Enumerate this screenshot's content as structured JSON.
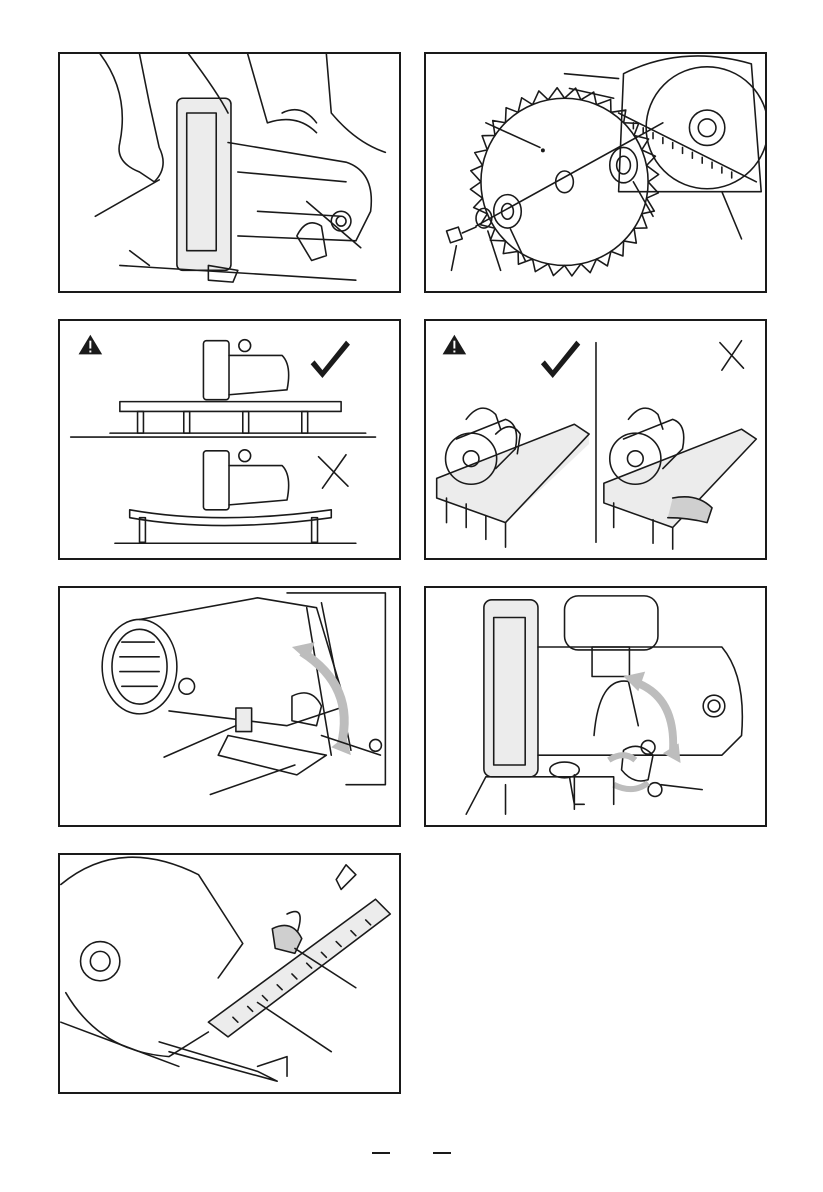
{
  "page": {
    "panels": [
      {
        "id": "fig-1",
        "subject": "hands-holding-saw-guard"
      },
      {
        "id": "fig-2",
        "subject": "blade-assembly-exploded"
      },
      {
        "id": "fig-3",
        "subject": "workpiece-support"
      },
      {
        "id": "fig-4",
        "subject": "correct-incorrect-hand-position"
      },
      {
        "id": "fig-5",
        "subject": "depth-adjustment"
      },
      {
        "id": "fig-6",
        "subject": "bevel-adjustment"
      },
      {
        "id": "fig-7",
        "subject": "parallel-guide"
      }
    ],
    "symbols": {
      "warning": "warning-triangle-icon",
      "correct": "check-mark-icon",
      "incorrect": "cross-mark-icon"
    },
    "colors": {
      "ink": "#1a1a1a",
      "shade": "#cfcfcf",
      "arrow": "#bdbdbd"
    }
  }
}
